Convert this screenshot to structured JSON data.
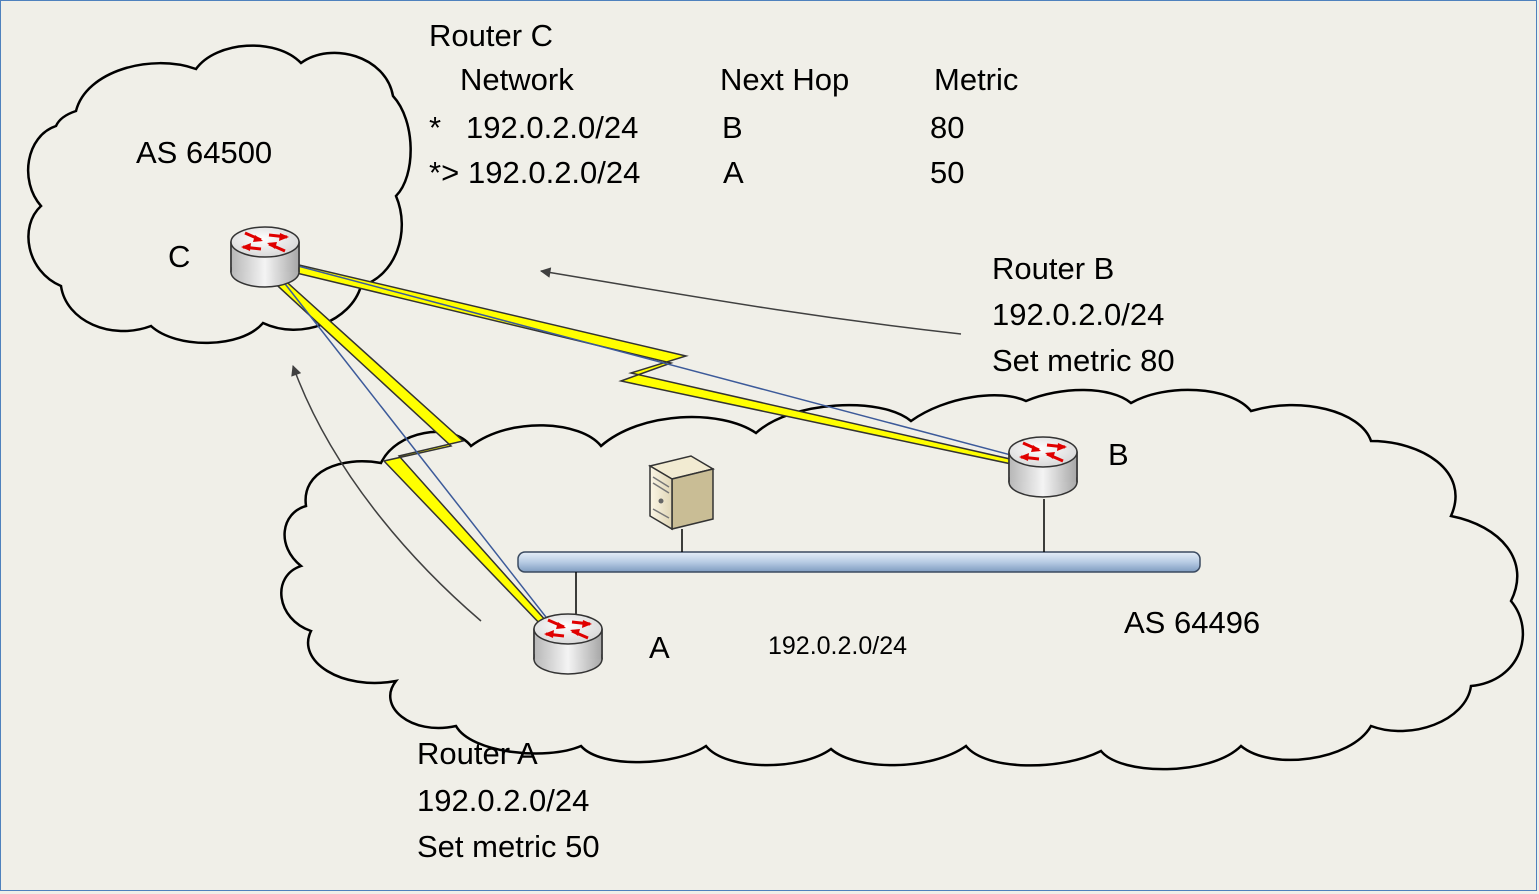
{
  "clouds": {
    "as_64500": {
      "label": "AS 64500"
    },
    "as_64496": {
      "label": "AS 64496"
    }
  },
  "routers": {
    "c": {
      "label": "C"
    },
    "a": {
      "label": "A"
    },
    "b": {
      "label": "B"
    }
  },
  "lan": {
    "label": "192.0.2.0/24"
  },
  "router_c_table": {
    "title": "Router C",
    "headers": [
      "Network",
      "Next Hop",
      "Metric"
    ],
    "rows": [
      {
        "marker": "*",
        "network": "192.0.2.0/24",
        "next_hop": "B",
        "metric": "80"
      },
      {
        "marker": "*>",
        "network": "192.0.2.0/24",
        "next_hop": "A",
        "metric": "50"
      }
    ]
  },
  "router_b_note": {
    "title": "Router B",
    "network": "192.0.2.0/24",
    "action": "Set metric 80"
  },
  "router_a_note": {
    "title": "Router A",
    "network": "192.0.2.0/24",
    "action": "Set metric 50"
  },
  "colors": {
    "background": "#f0efe8",
    "border": "#4f81bd",
    "lightning": "#ffff00",
    "link_line": "#3c5a9a",
    "arrow": "#404040",
    "router_arrow": "#e00000",
    "lan_bar": "#b8cce4"
  },
  "icons": [
    "router-icon",
    "server-icon",
    "cloud-icon",
    "lightning-link-icon",
    "route-advertisement-arrow-icon"
  ]
}
